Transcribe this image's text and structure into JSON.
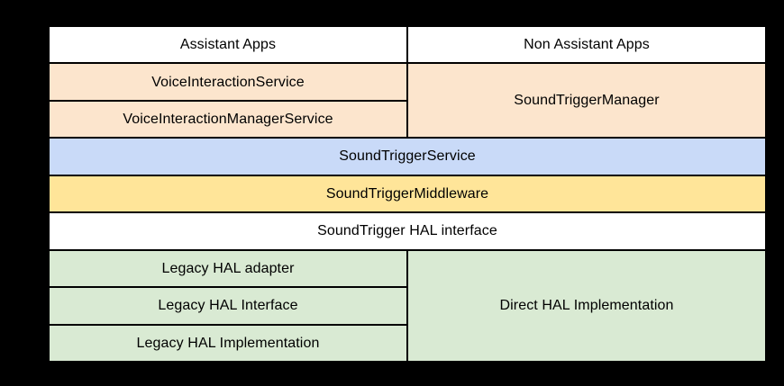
{
  "colors": {
    "page_background": "#000000",
    "grid_line": "#000000",
    "text": "#000000",
    "apps_layer": "#ffffff",
    "api_layer": "#fce5cd",
    "service_layer": "#c9daf8",
    "middleware_layer": "#ffe599",
    "hal_interface_layer": "#ffffff",
    "hal_impl_layer": "#d9ead3"
  },
  "cells": {
    "assistant_apps": {
      "label": "Assistant Apps",
      "fill": "#ffffff"
    },
    "non_assistant_apps": {
      "label": "Non Assistant Apps",
      "fill": "#ffffff"
    },
    "voice_interaction_service": {
      "label": "VoiceInteractionService",
      "fill": "#fce5cd"
    },
    "voice_interaction_manager_service": {
      "label": "VoiceInteractionManagerService",
      "fill": "#fce5cd"
    },
    "sound_trigger_manager": {
      "label": "SoundTriggerManager",
      "fill": "#fce5cd"
    },
    "sound_trigger_service": {
      "label": "SoundTriggerService",
      "fill": "#c9daf8"
    },
    "sound_trigger_middleware": {
      "label": "SoundTriggerMiddleware",
      "fill": "#ffe599"
    },
    "sound_trigger_hal_interface": {
      "label": "SoundTrigger HAL interface",
      "fill": "#ffffff"
    },
    "legacy_hal_adapter": {
      "label": "Legacy HAL adapter",
      "fill": "#d9ead3"
    },
    "legacy_hal_interface": {
      "label": "Legacy HAL Interface",
      "fill": "#d9ead3"
    },
    "legacy_hal_implementation": {
      "label": "Legacy HAL Implementation",
      "fill": "#d9ead3"
    },
    "direct_hal_implementation": {
      "label": "Direct HAL Implementation",
      "fill": "#d9ead3"
    }
  }
}
